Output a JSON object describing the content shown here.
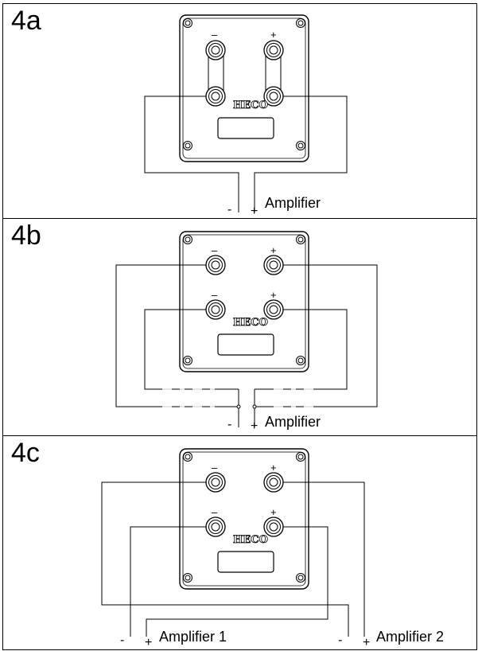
{
  "panels": [
    {
      "id": "4a",
      "label": "4a",
      "amplifier": "Amplifier",
      "minus": "-",
      "plus": "+",
      "brand": "HECO"
    },
    {
      "id": "4b",
      "label": "4b",
      "amplifier": "Amplifier",
      "minus": "-",
      "plus": "+",
      "brand": "HECO"
    },
    {
      "id": "4c",
      "label": "4c",
      "amplifier1": "Amplifier 1",
      "amplifier2": "Amplifier 2",
      "minus": "-",
      "plus": "+",
      "brand": "HECO"
    }
  ],
  "terminal_marks": {
    "minus": "–",
    "plus": "+"
  }
}
